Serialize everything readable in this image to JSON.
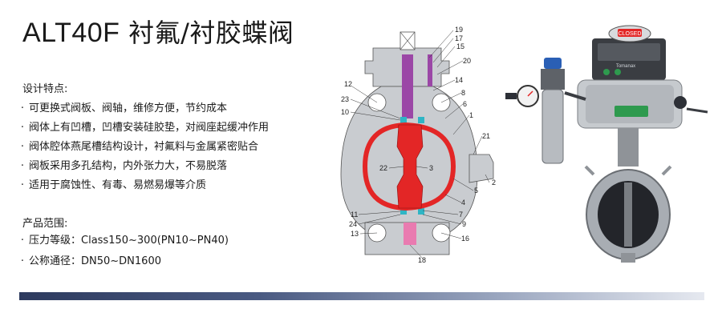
{
  "title": {
    "model": "ALT40F",
    "name": "衬氟/衬胶蝶阀"
  },
  "features": {
    "label": "设计特点:",
    "items": [
      "可更换式阀板、阀轴，维修方便，节约成本",
      "阀体上有凹槽，凹槽安装硅胶垫，对阀座起缓冲作用",
      "阀体腔体燕尾槽结构设计，衬氟料与金属紧密贴合",
      "阀板采用多孔结构，内外张力大，不易脱落",
      "适用于腐蚀性、有毒、易燃易爆等介质"
    ]
  },
  "specs": {
    "label": "产品范围:",
    "items": [
      "压力等级：Class150~300(PN10~PN40)",
      "公称通径：DN50~DN1600"
    ]
  },
  "diagram": {
    "labels": [
      "19",
      "17",
      "15",
      "20",
      "14",
      "8",
      "6",
      "1",
      "21",
      "12",
      "23",
      "10",
      "22",
      "3",
      "5",
      "2",
      "4",
      "7",
      "9",
      "11",
      "24",
      "13",
      "16",
      "18"
    ]
  },
  "photo": {
    "indicator_text": "CLOSED",
    "brand_text": "Tomanax"
  },
  "colors": {
    "body_gray": "#c9ccd0",
    "lining_red": "#e32626",
    "stem_purple": "#9b47a6",
    "seal_teal": "#2fb5c5",
    "bottom_pink": "#e97bb0",
    "actuator_green": "#2e9a4e",
    "bar_dark": "#2d3a5e"
  }
}
